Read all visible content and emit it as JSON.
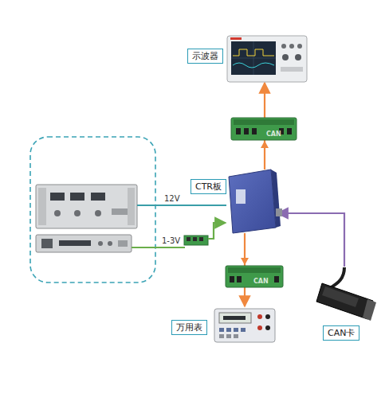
{
  "diagram": {
    "nodes": [
      {
        "text": [
          "示波器"
        ]
      },
      {
        "text": [
          "CTR板"
        ]
      },
      {
        "text": [
          "万用表"
        ]
      },
      {
        "text": [
          "CAN卡"
        ]
      }
    ],
    "edges": [
      {
        "from": 1,
        "to": 0,
        "arrow": "to"
      },
      {
        "from": 1,
        "to": 2,
        "arrow": "to"
      },
      {
        "from": 3,
        "to": 1,
        "arrow": "to"
      }
    ],
    "labels": [
      "12V",
      "1-3V",
      "CAN",
      "CAN"
    ]
  }
}
